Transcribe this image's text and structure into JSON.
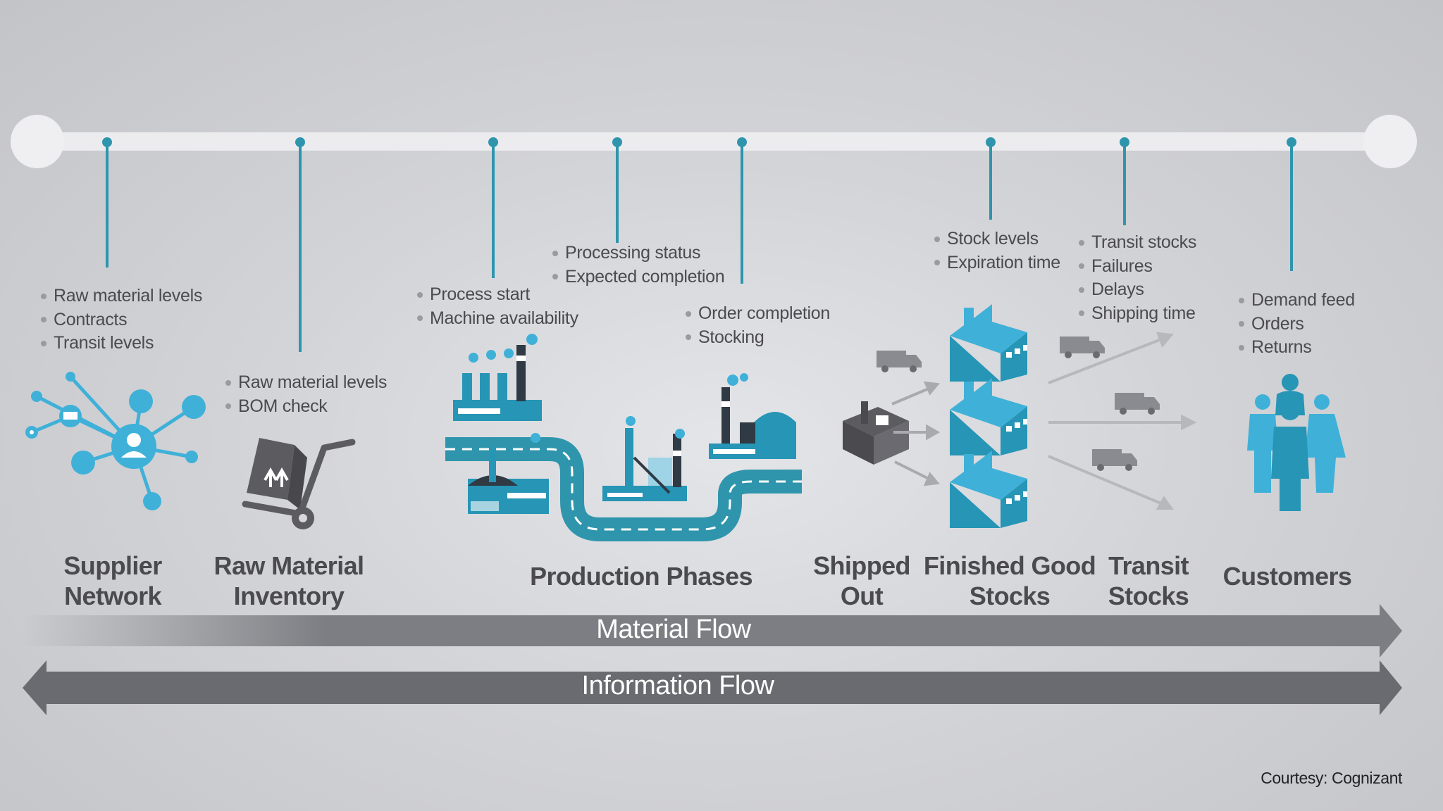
{
  "colors": {
    "teal": "#2f95ad",
    "icon_blue": "#3fb1d8",
    "icon_teal": "#2795b5",
    "dark_icon": "#5b5b60",
    "timeline": "#ececef",
    "text": "#4a4a4f",
    "material_flow": "#7d7e83",
    "information_flow": "#6a6b70"
  },
  "icons": [
    "network-icon",
    "hand-truck-icon",
    "factory-icon",
    "road-icon",
    "truck-icon",
    "warehouse-icon",
    "people-icon"
  ],
  "stages": [
    {
      "id": "supplier",
      "label_lines": [
        "Supplier",
        "Network"
      ],
      "bullets": [
        "Raw material levels",
        "Contracts",
        "Transit levels"
      ]
    },
    {
      "id": "raw-material",
      "label_lines": [
        "Raw Material",
        "Inventory"
      ],
      "bullets": [
        "Raw material levels",
        "BOM check"
      ]
    },
    {
      "id": "production",
      "label_lines": [
        "Production Phases"
      ],
      "bullet_groups": [
        [
          "Process start",
          "Machine availability"
        ],
        [
          "Processing status",
          "Expected completion"
        ],
        [
          "Order completion",
          "Stocking"
        ]
      ]
    },
    {
      "id": "shipped",
      "label_lines": [
        "Shipped",
        "Out"
      ]
    },
    {
      "id": "finished",
      "label_lines": [
        "Finished Good",
        "Stocks"
      ],
      "bullets": [
        "Stock levels",
        "Expiration time"
      ]
    },
    {
      "id": "transit",
      "label_lines": [
        "Transit",
        "Stocks"
      ],
      "bullets": [
        "Transit stocks",
        "Failures",
        "Delays",
        "Shipping time"
      ]
    },
    {
      "id": "customers",
      "label_lines": [
        "Customers"
      ],
      "bullets": [
        "Demand feed",
        "Orders",
        "Returns"
      ]
    }
  ],
  "flows": {
    "material": "Material Flow",
    "information": "Information Flow"
  },
  "courtesy": "Courtesy: Cognizant"
}
